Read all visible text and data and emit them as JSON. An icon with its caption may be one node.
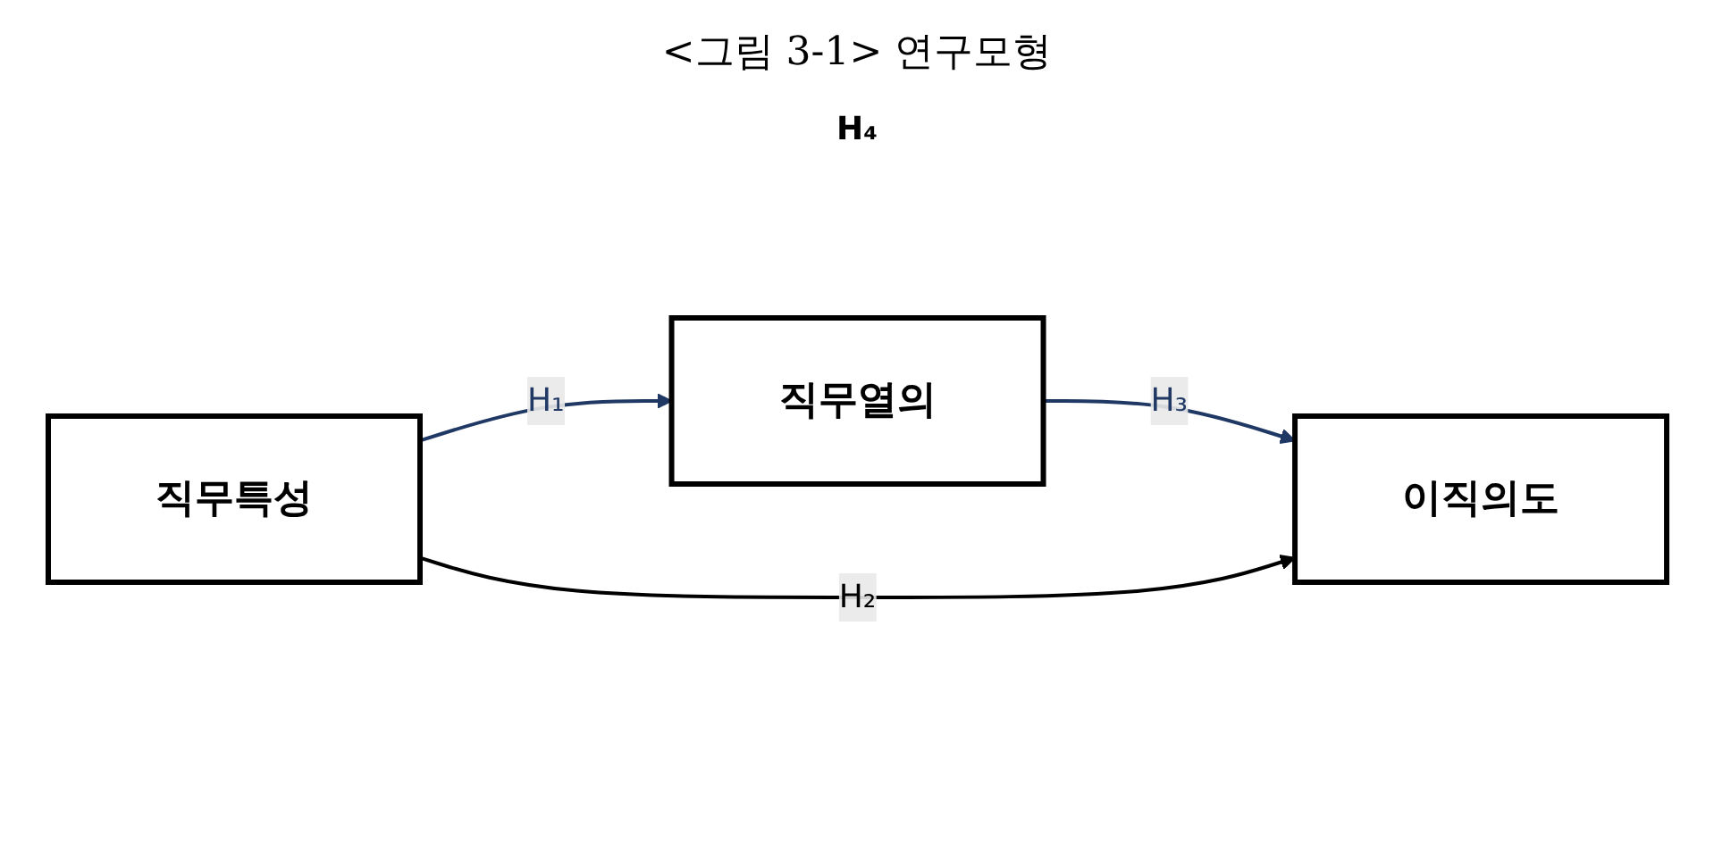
{
  "diagram": {
    "title": "<그림 3-1> 연구모형",
    "nodes": [
      {
        "text": [
          "직무특성"
        ]
      },
      {
        "text": [
          "직무열의"
        ]
      },
      {
        "text": [
          "이직의도"
        ]
      }
    ],
    "edges": [
      {
        "from": 0,
        "to": 1,
        "arrow": "to",
        "label": "H₁"
      },
      {
        "from": 1,
        "to": 2,
        "arrow": "to",
        "label": "H₃"
      },
      {
        "from": 0,
        "to": 2,
        "arrow": "to",
        "label": "H₂",
        "color": "#000000"
      }
    ],
    "labels": [
      "H₄"
    ]
  }
}
